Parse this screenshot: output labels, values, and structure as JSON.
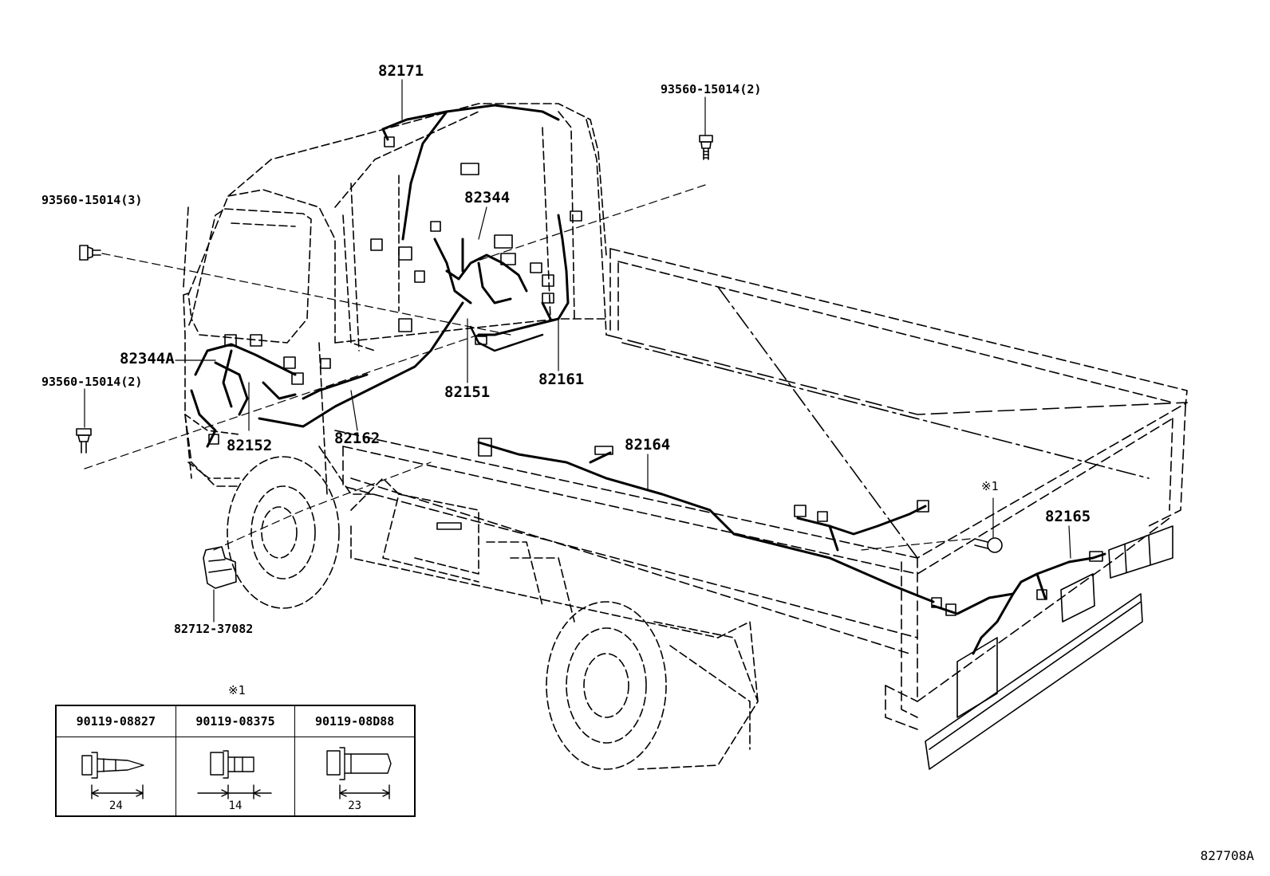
{
  "parts": {
    "p82171": "82171",
    "p93560_r2": "93560-15014(2)",
    "p93560_l3": "93560-15014(3)",
    "p82344": "82344",
    "p82344A": "82344A",
    "p93560_l2": "93560-15014(2)",
    "p82151": "82151",
    "p82161": "82161",
    "p82152": "82152",
    "p82162": "82162",
    "p82164": "82164",
    "p82165": "82165",
    "p82712": "82712-37082",
    "note_mark": "※1"
  },
  "bolt_table": {
    "caption": "※1",
    "columns": [
      {
        "part": "90119-08827",
        "dim": "24"
      },
      {
        "part": "90119-08375",
        "dim": "14"
      },
      {
        "part": "90119-08D88",
        "dim": "23"
      }
    ]
  },
  "figure_ref": "827708A"
}
